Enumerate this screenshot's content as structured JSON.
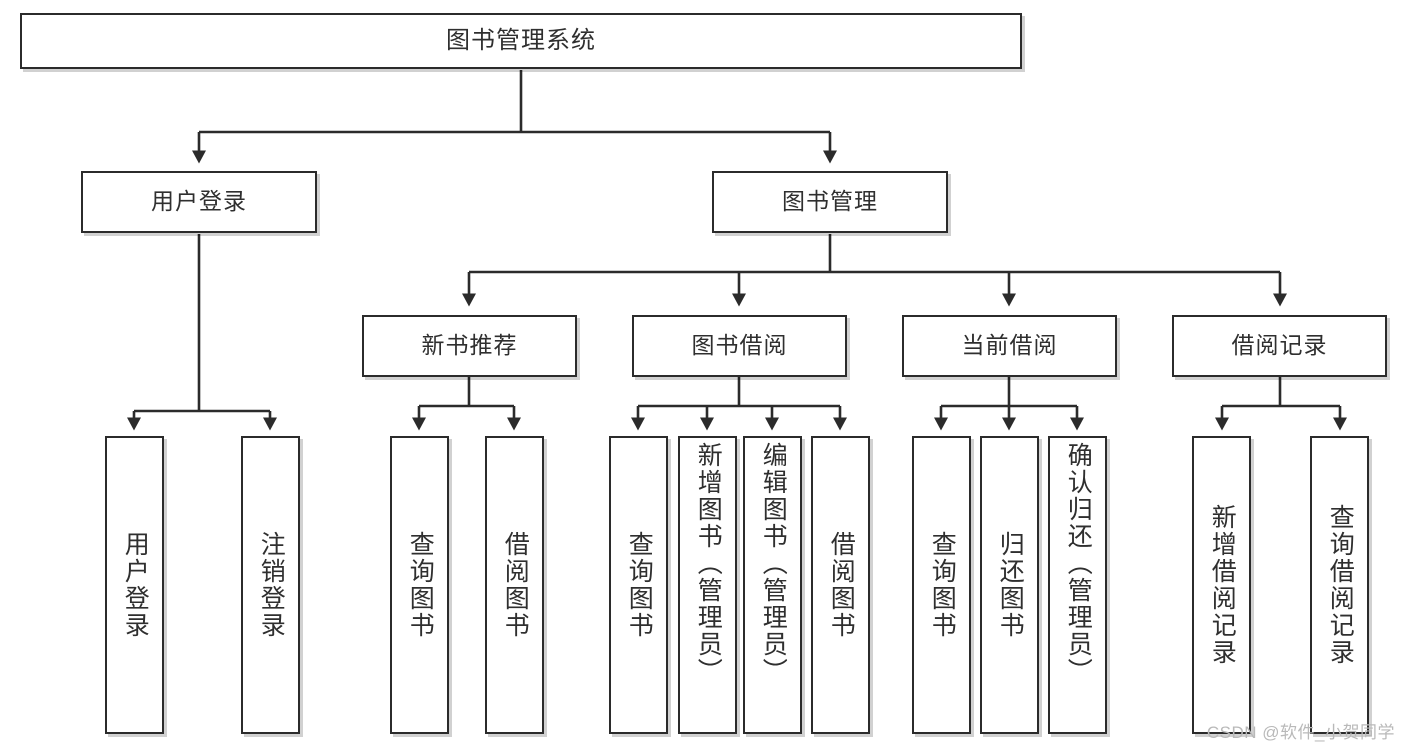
{
  "diagram": {
    "kind": "tree-hierarchy-chart",
    "title_text": "图书管理系统",
    "watermark": "CSDN @软件_小贺同学",
    "colors": {
      "box_border": "#2b2b2b",
      "box_fill": "#ffffff",
      "connector": "#2b2b2b",
      "text": "#2f2f2f",
      "watermark": "#b9b9b9",
      "background": "#ffffff"
    },
    "nodes": {
      "root": {
        "label": "图书管理系统"
      },
      "level2": [
        {
          "label": "用户登录"
        },
        {
          "label": "图书管理"
        }
      ],
      "level3": [
        {
          "label": "新书推荐"
        },
        {
          "label": "图书借阅"
        },
        {
          "label": "当前借阅"
        },
        {
          "label": "借阅记录"
        }
      ],
      "leaves": {
        "user_login": [
          {
            "label": "用户登录"
          },
          {
            "label": "注销登录"
          }
        ],
        "new_book_recommend": [
          {
            "label": "查询图书"
          },
          {
            "label": "借阅图书"
          }
        ],
        "book_borrow": [
          {
            "label": "查询图书"
          },
          {
            "label": "新增图书（管理员）"
          },
          {
            "label": "编辑图书（管理员）"
          },
          {
            "label": "借阅图书"
          }
        ],
        "current_borrow": [
          {
            "label": "查询图书"
          },
          {
            "label": "归还图书"
          },
          {
            "label": "确认归还（管理员）"
          }
        ],
        "borrow_record": [
          {
            "label": "新增借阅记录"
          },
          {
            "label": "查询借阅记录"
          }
        ]
      }
    }
  }
}
